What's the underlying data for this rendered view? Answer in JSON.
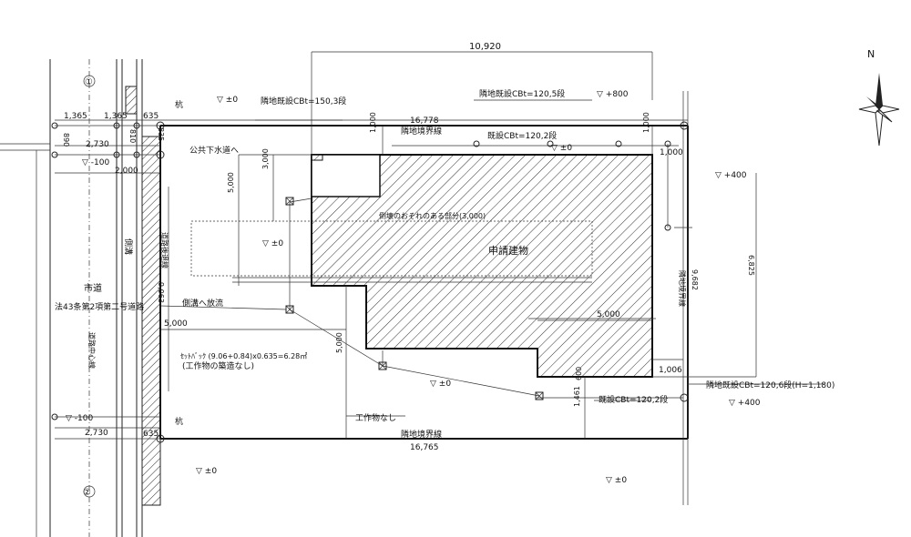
{
  "site_plan": {
    "top_width": "10,920",
    "north_mark": "N",
    "circle_label_1": "①",
    "circle_label_2": "②",
    "stake_top": "杭",
    "stake_bottom": "杭",
    "level_pm0": "▽ ±0",
    "level_plus800": "▽ +800",
    "level_plus400": "▽ +400",
    "level_minus100": "▽ -100",
    "neighbor_cb_top_left": "隣地既設CBt=150,3段",
    "neighbor_cb_top_right": "隣地既設CBt=120,5段",
    "neighbor_cb_right": "隣地既設CBt=120,6段(H=1,180)",
    "existing_cb_top": "既設CBt=120,2段",
    "existing_cb_bottom": "既設CBt=120,2段",
    "boundary_top_len": "16,778",
    "boundary_bottom_len": "16,765",
    "boundary_label": "隣地境界線",
    "dim_1365a": "1,365",
    "dim_1365b": "1,365",
    "dim_635a": "635",
    "dim_635b": "635",
    "dim_890": "890",
    "dim_810": "810",
    "dim_835": "835",
    "dim_2730a": "2,730",
    "dim_2730b": "2,730",
    "dim_2000": "2,000",
    "dim_1000a": "1,000",
    "dim_1000b": "1,000",
    "dim_1000c": "1,000",
    "dim_3000": "3,000",
    "dim_5000_left": "5,000",
    "dim_5000_mid": "5,000",
    "dim_5000_lower": "5,000",
    "dim_5000_right": "5,000",
    "dim_6825": "6,825",
    "dim_9682": "9,682",
    "dim_9063": "9,063",
    "dim_1006": "1,006",
    "dim_1461": "1,461",
    "dim_600": "600",
    "public_sewer": "公共下水道へ",
    "collapse_zone": "倒壊のおそれのある部分(3,000)",
    "building": "申請建物",
    "side_ditch": "側溝",
    "side_ditch_drain": "側溝へ放流",
    "road_boundary_label": "道路後退線",
    "road_center": "道路中心線",
    "city_road": "市道",
    "road_law": "法43条第2項第二号道路",
    "setback_calc": "ｾｯﾄﾊﾞｯｸ (9.06+0.84)x0.635=6.28㎡",
    "setback_note": "(工作物の築造なし)",
    "no_structure": "工作物なし",
    "boundary_vertical": "隣地境界線"
  },
  "colors": {
    "ink": "#111111",
    "hatch": "#333333",
    "paper": "#ffffff"
  }
}
